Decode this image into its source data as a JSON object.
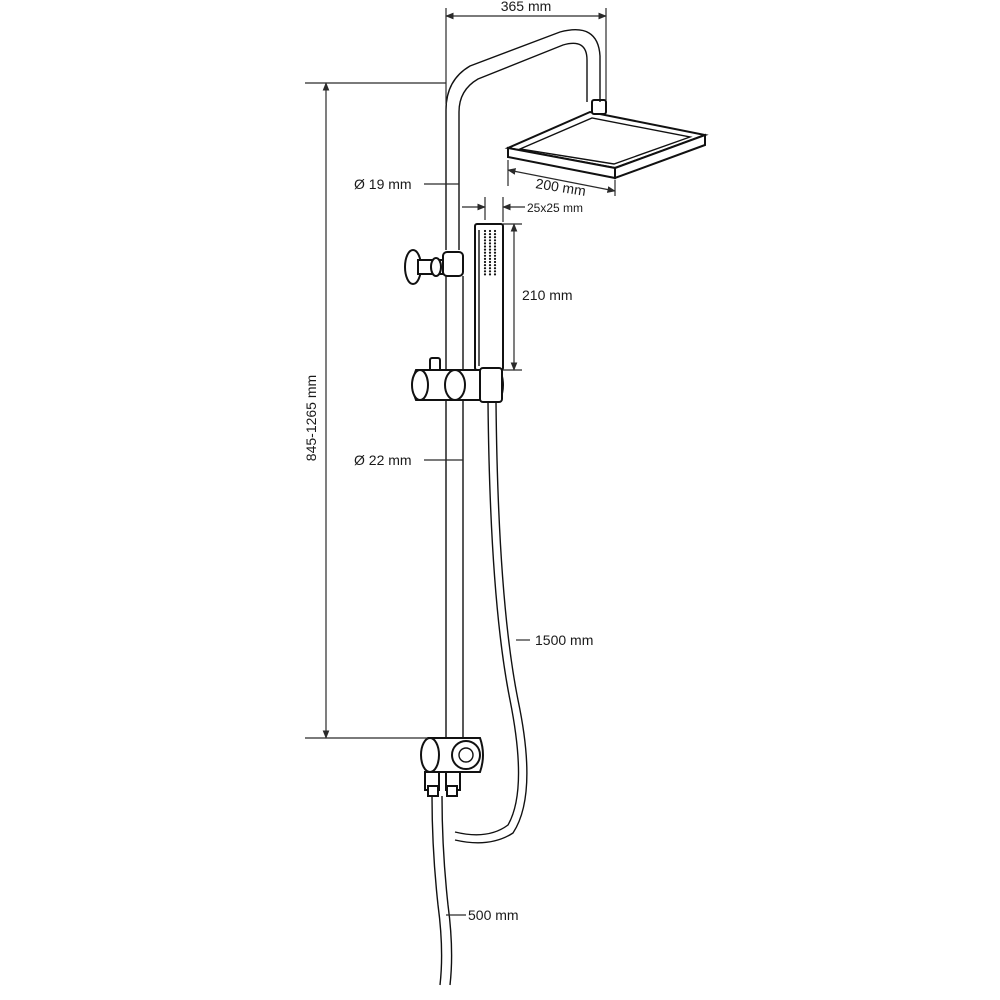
{
  "colors": {
    "line": "#111111",
    "dimension": "#2a2a2a",
    "text": "#1a1a1a",
    "background": "#ffffff"
  },
  "dimensions": {
    "arm_reach": "365 mm",
    "upper_pipe_diameter": "Ø 19 mm",
    "head_width": "200 mm",
    "hand_shower_section": "25x25 mm",
    "hand_shower_length": "210 mm",
    "rail_diameter": "Ø 22 mm",
    "height_range": "845-1265 mm",
    "hose_length": "1500 mm",
    "inlet_length": "500 mm"
  }
}
